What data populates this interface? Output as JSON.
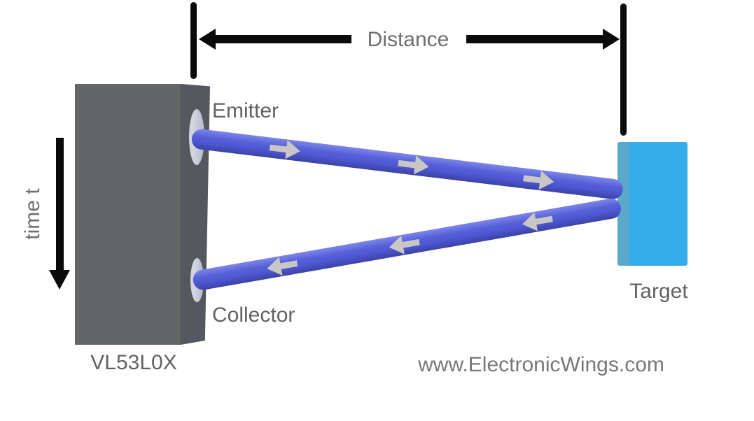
{
  "diagram": {
    "distance_label": "Distance",
    "time_label": "time t",
    "sensor": {
      "name": "VL53L0X",
      "emitter_label": "Emitter",
      "collector_label": "Collector"
    },
    "target_label": "Target",
    "watermark": "www.ElectronicWings.com",
    "beams": {
      "emitted": {
        "from": "Emitter",
        "to": "Target",
        "arrow_direction": "right"
      },
      "reflected": {
        "from": "Target",
        "to": "Collector",
        "arrow_direction": "left"
      }
    }
  },
  "colors": {
    "annotation": "#0a0a0a",
    "box_front": "#646567",
    "box_side": "#55585e",
    "hole_light": "#d0d5e0",
    "hole_dark": "#b2bac9",
    "beam_hi": "#7e86ea",
    "beam_mid": "#5560d8",
    "beam_mid2": "#4f58d4",
    "beam_dark": "#3b42a4",
    "arrow_fill": "#c9c7c4",
    "target_main": "#36ace8",
    "target_edge": "#5aa9c8",
    "text_dark": "#616265",
    "text_mid": "#6d6e70",
    "watermark": "#77787a"
  }
}
